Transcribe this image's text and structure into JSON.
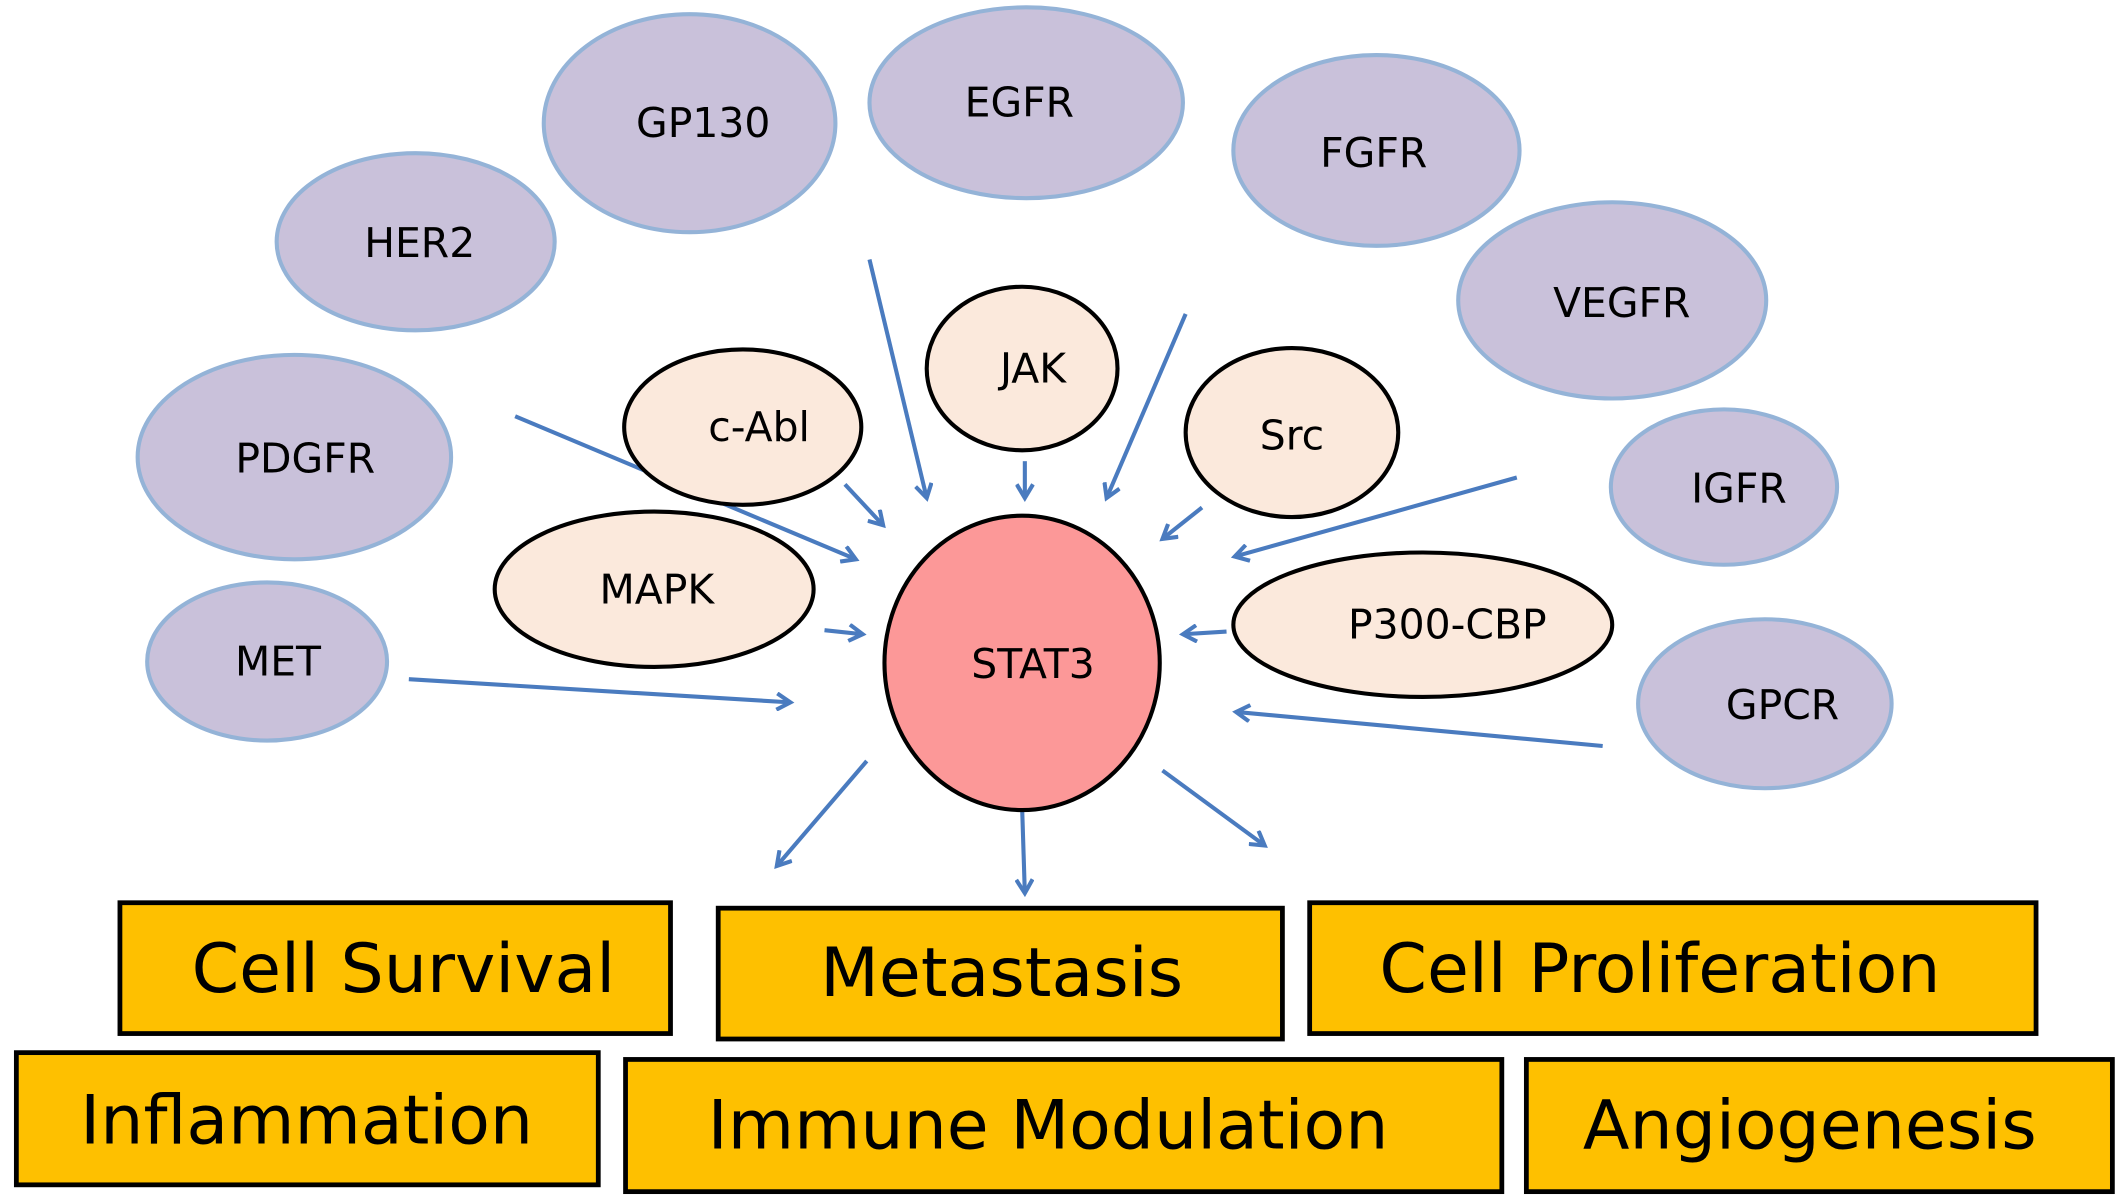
{
  "receptors": [
    "GP130",
    "EGFR",
    "FGFR",
    "HER2",
    "VEGFR",
    "PDGFR",
    "IGFR",
    "MET",
    "GPCR"
  ],
  "kinases": [
    "c-Abl",
    "JAK",
    "Src",
    "MAPK",
    "P300-CBP"
  ],
  "hub": "STAT3",
  "outcomes": [
    "Cell Survival",
    "Metastasis",
    "Cell Proliferation",
    "Inflammation",
    "Immune Modulation",
    "Angiogenesis"
  ],
  "colors": {
    "receptor": "#c9c1da",
    "kinase": "#fbe9dc",
    "hub": "#fc9898",
    "outcome": "#fec000",
    "arrow": "#4a7bbf"
  }
}
